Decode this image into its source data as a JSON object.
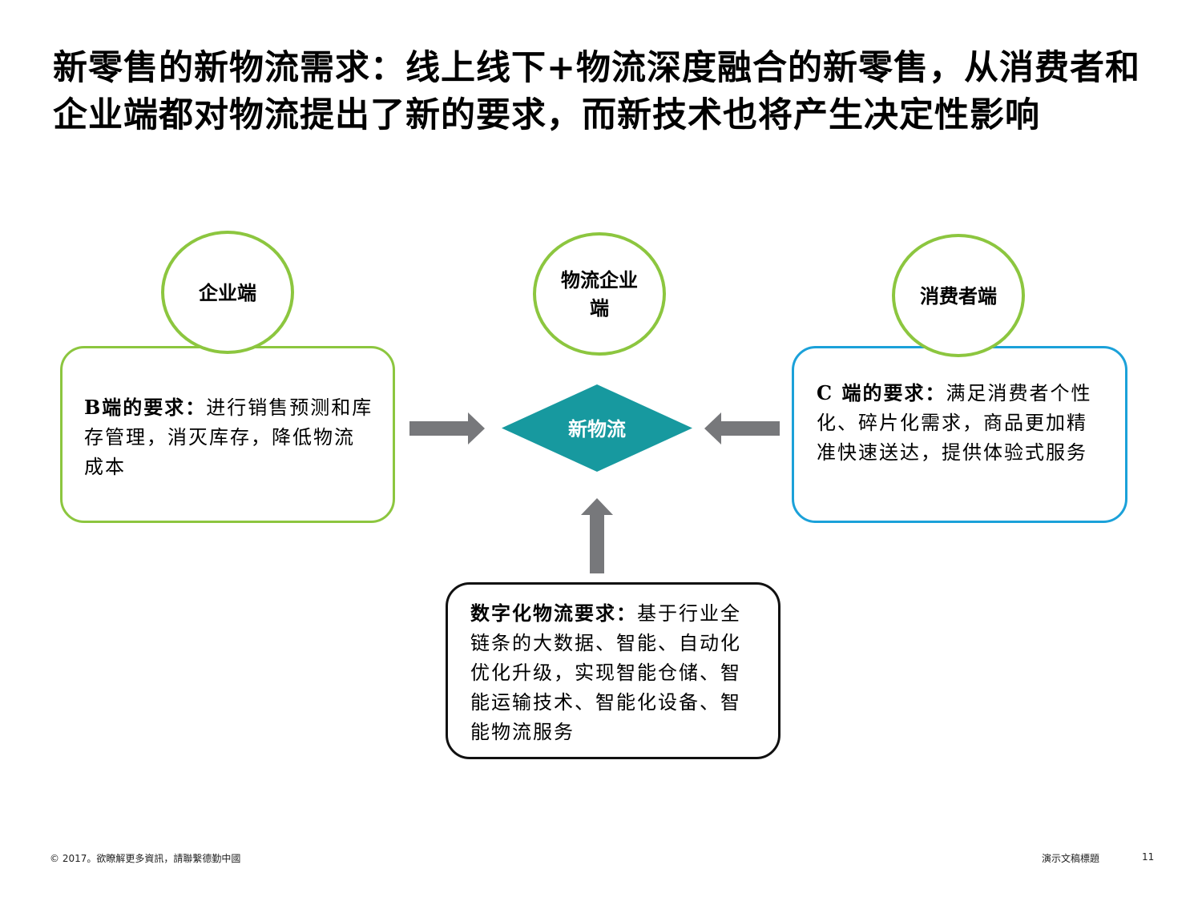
{
  "title": "新零售的新物流需求：线上线下+物流深度融合的新零售，从消费者和企业端都对物流提出了新的要求，而新技术也将产生决定性影响",
  "circles": {
    "enterprise": "企业端",
    "logistics": "物流企业端",
    "consumer": "消费者端"
  },
  "center": {
    "label": "新物流",
    "color": "#17999f"
  },
  "boxes": {
    "b": {
      "lead": "B端的要求：",
      "text": "进行销售预测和库存管理，消灭库存，降低物流成本"
    },
    "c": {
      "lead": "C 端的要求：",
      "text": "满足消费者个性化、碎片化需求，商品更加精准快速送达，提供体验式服务"
    },
    "digital": {
      "lead": "数字化物流要求：",
      "text": "基于行业全链条的大数据、智能、自动化优化升级，实现智能仓储、智能运输技术、智能化设备、智能物流服务"
    }
  },
  "colors": {
    "green": "#8cc63f",
    "blue": "#1ba1d9",
    "arrow": "#77787b"
  },
  "footer": {
    "copyright": "© 2017。欲瞭解更多資訊，請聯繫德勤中國",
    "doc_title": "演示文稿標題",
    "page_number": "11"
  }
}
